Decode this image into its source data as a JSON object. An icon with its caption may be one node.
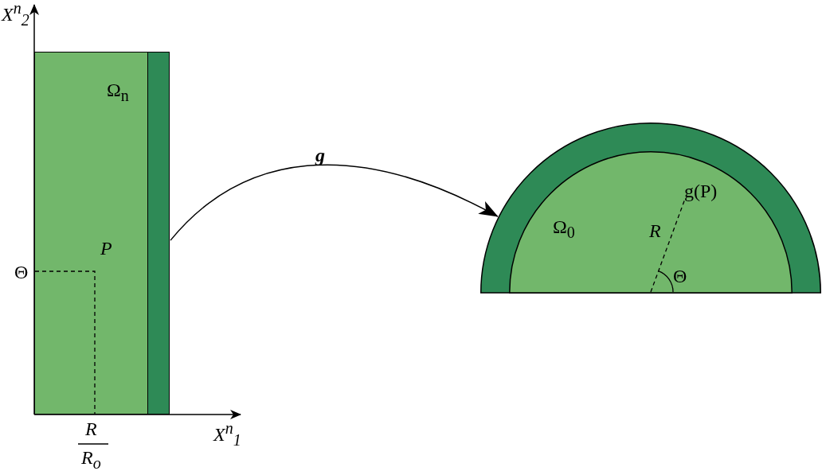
{
  "diagram": {
    "nodes": [
      {
        "text": [
          "Ω$_{n}$"
        ]
      },
      {
        "text": [],
        "shape": "bar",
        "in": 0
      },
      {
        "text": [],
        "shape": "semicircle"
      },
      {
        "text": [
          "Ω$_{0}$"
        ],
        "in": 2
      }
    ],
    "edges": [
      {
        "from": 0,
        "to": 2,
        "arrow": "to",
        "label": "g"
      }
    ],
    "labels": [
      "X$^{n}$$_{2}$",
      "P",
      "Θ",
      "R",
      "R$_{o}$",
      "X$^{n}$$_{1}$",
      "g(P)",
      "R",
      "Θ"
    ]
  }
}
